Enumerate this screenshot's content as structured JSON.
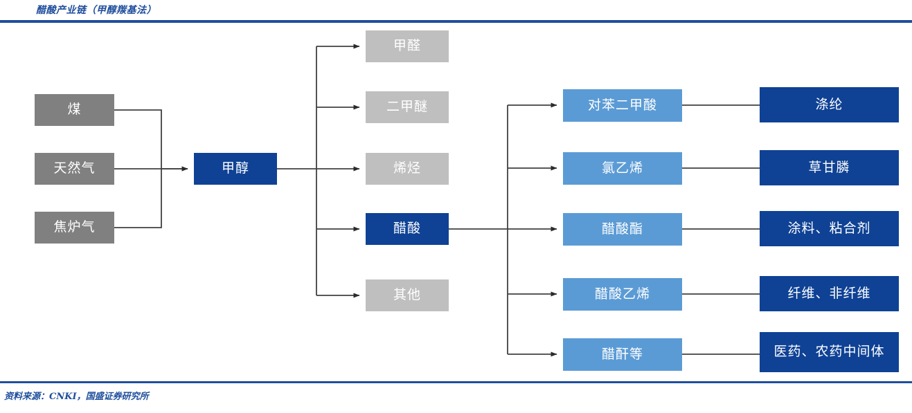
{
  "header": {
    "title": "醋酸产业链（甲醇羰基法）",
    "rule_color": "#1f4e9c"
  },
  "footer": {
    "source_label": "资料来源：CNKI，国盛证券研究所",
    "rule_color": "#1f4e9c"
  },
  "palette": {
    "gray_dark": "#808080",
    "gray_light": "#bfbfbf",
    "blue_mid": "#5b9bd5",
    "blue_dark": "#0f4295",
    "connector": "#404040",
    "title_blue": "#1f4e9c"
  },
  "chart_data": {
    "type": "diagram",
    "title": "醋酸产业链（甲醇羰基法）",
    "subtitle": "",
    "layout": "left-to-right flow chart, 4 columns",
    "columns": [
      {
        "index": 0,
        "name": "feedstock",
        "nodes": [
          {
            "id": "coal",
            "label": "煤",
            "color": "#808080"
          },
          {
            "id": "natgas",
            "label": "天然气",
            "color": "#808080"
          },
          {
            "id": "cokegas",
            "label": "焦炉气",
            "color": "#808080"
          }
        ]
      },
      {
        "index": 1,
        "name": "intermediate",
        "nodes": [
          {
            "id": "methanol",
            "label": "甲醇",
            "color": "#0f4295"
          }
        ]
      },
      {
        "index": 2,
        "name": "methanol-derivatives",
        "nodes": [
          {
            "id": "formaldehyde",
            "label": "甲醛",
            "color": "#bfbfbf"
          },
          {
            "id": "dme",
            "label": "二甲醚",
            "color": "#bfbfbf"
          },
          {
            "id": "olefins",
            "label": "烯烃",
            "color": "#bfbfbf"
          },
          {
            "id": "aceticacid",
            "label": "醋酸",
            "color": "#0f4295"
          },
          {
            "id": "others",
            "label": "其他",
            "color": "#bfbfbf"
          }
        ]
      },
      {
        "index": 3,
        "name": "acetic-acid-derivatives",
        "nodes": [
          {
            "id": "pta",
            "label": "对苯二甲酸",
            "color": "#5b9bd5"
          },
          {
            "id": "vcm",
            "label": "氯乙烯",
            "color": "#5b9bd5"
          },
          {
            "id": "acetate",
            "label": "醋酸酯",
            "color": "#5b9bd5"
          },
          {
            "id": "vac",
            "label": "醋酸乙烯",
            "color": "#5b9bd5"
          },
          {
            "id": "anhydride",
            "label": "醋酐等",
            "color": "#5b9bd5"
          }
        ]
      },
      {
        "index": 4,
        "name": "end-uses",
        "nodes": [
          {
            "id": "polyester",
            "label": "涤纶",
            "color": "#0f4295"
          },
          {
            "id": "glyphosate",
            "label": "草甘膦",
            "color": "#0f4295"
          },
          {
            "id": "coatings",
            "label": "涂料、粘合剂",
            "color": "#0f4295"
          },
          {
            "id": "fibers",
            "label": "纤维、非纤维",
            "color": "#0f4295"
          },
          {
            "id": "pharma",
            "label": "医药、农药中间体",
            "color": "#0f4295"
          }
        ]
      }
    ],
    "edges": [
      {
        "from": "coal",
        "to": "methanol",
        "arrow": true
      },
      {
        "from": "natgas",
        "to": "methanol",
        "arrow": true
      },
      {
        "from": "cokegas",
        "to": "methanol",
        "arrow": true
      },
      {
        "from": "methanol",
        "to": "formaldehyde",
        "arrow": true
      },
      {
        "from": "methanol",
        "to": "dme",
        "arrow": true
      },
      {
        "from": "methanol",
        "to": "olefins",
        "arrow": true
      },
      {
        "from": "methanol",
        "to": "aceticacid",
        "arrow": true
      },
      {
        "from": "methanol",
        "to": "others",
        "arrow": true
      },
      {
        "from": "aceticacid",
        "to": "pta",
        "arrow": true
      },
      {
        "from": "aceticacid",
        "to": "vcm",
        "arrow": true
      },
      {
        "from": "aceticacid",
        "to": "acetate",
        "arrow": true
      },
      {
        "from": "aceticacid",
        "to": "vac",
        "arrow": true
      },
      {
        "from": "aceticacid",
        "to": "anhydride",
        "arrow": true
      },
      {
        "from": "pta",
        "to": "polyester",
        "arrow": false
      },
      {
        "from": "vcm",
        "to": "glyphosate",
        "arrow": false
      },
      {
        "from": "acetate",
        "to": "coatings",
        "arrow": false
      },
      {
        "from": "vac",
        "to": "fibers",
        "arrow": false
      },
      {
        "from": "anhydride",
        "to": "pharma",
        "arrow": false
      }
    ]
  }
}
